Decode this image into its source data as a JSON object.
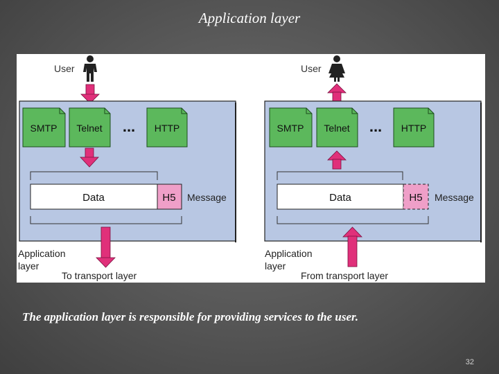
{
  "title": "Application layer",
  "caption": "The application layer is responsible for providing services to the user.",
  "page_number": "32",
  "colors": {
    "app_box": "#b8c7e3",
    "program_box": "#5cb85c",
    "header_box": "#ef9fc8",
    "arrow": "#e0307a"
  },
  "left": {
    "user_label": "User",
    "programs": [
      "SMTP",
      "Telnet",
      "HTTP"
    ],
    "ellipsis": "...",
    "data_label": "Data",
    "header_label": "H5",
    "message_label": "Message",
    "layer_label_1": "Application",
    "layer_label_2": "layer",
    "transport_label": "To transport layer"
  },
  "right": {
    "user_label": "User",
    "programs": [
      "SMTP",
      "Telnet",
      "HTTP"
    ],
    "ellipsis": "...",
    "data_label": "Data",
    "header_label": "H5",
    "message_label": "Message",
    "layer_label_1": "Application",
    "layer_label_2": "layer",
    "transport_label": "From transport layer"
  }
}
